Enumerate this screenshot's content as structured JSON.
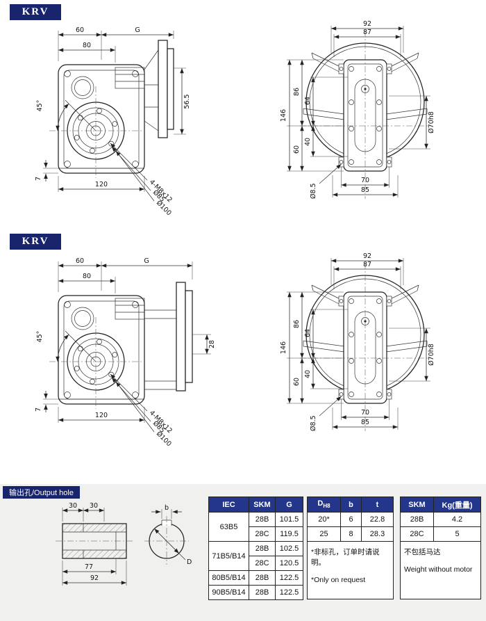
{
  "badges": {
    "krv1": "KRV",
    "krv2": "KRV",
    "output_hole": "输出孔/Output hole"
  },
  "colors": {
    "navy": "#18246b",
    "header_bg": "#24358c",
    "band_bg": "#f0f0ee"
  },
  "side1": {
    "d60": "60",
    "dG": "G",
    "d80": "80",
    "d45": "45°",
    "d565": "56.5",
    "d7": "7",
    "d120": "120",
    "l_m8": "4-M8x12",
    "l_85": "Ø85",
    "l_100": "Ø100"
  },
  "front1": {
    "d92": "92",
    "d87": "87",
    "d146": "146",
    "d86": "86",
    "d64": "64",
    "d60": "60",
    "d40": "40",
    "d70": "Ø70h8",
    "d85_hole": "Ø8.5",
    "d70b": "70",
    "d85b": "85"
  },
  "side2": {
    "d60": "60",
    "dG": "G",
    "d80": "80",
    "d45": "45°",
    "d28": "28",
    "d7": "7",
    "d120": "120",
    "l_m8": "4-M8x12",
    "l_85": "Ø85",
    "l_100": "Ø100"
  },
  "front2": {
    "d92": "92",
    "d87": "87",
    "d146": "146",
    "d86": "86",
    "d64": "64",
    "d60": "60",
    "d40": "40",
    "d70": "Ø70h8",
    "d85_hole": "Ø8.5",
    "d70b": "70",
    "d85b": "85"
  },
  "output": {
    "d30a": "30",
    "d30b": "30",
    "d77": "77",
    "d92": "92",
    "db": "b",
    "dD": "D"
  },
  "table_iec": {
    "headers": [
      "IEC",
      "SKM",
      "G"
    ],
    "rows": [
      {
        "iec": "63B5",
        "skm": "28B",
        "g": "101.5"
      },
      {
        "skm": "28C",
        "g": "119.5"
      },
      {
        "iec": "71B5/B14",
        "skm": "28B",
        "g": "102.5"
      },
      {
        "skm": "28C",
        "g": "120.5"
      },
      {
        "iec": "80B5/B14",
        "skm": "28B",
        "g": "122.5"
      },
      {
        "iec": "90B5/B14",
        "skm": "28B",
        "g": "122.5"
      }
    ]
  },
  "table_dbt": {
    "header_d": "D",
    "header_d_sub": "H8",
    "header_b": "b",
    "header_t": "t",
    "rows": [
      {
        "d": "20*",
        "b": "6",
        "t": "22.8"
      },
      {
        "d": "25",
        "b": "8",
        "t": "28.3"
      }
    ],
    "note_cn": "*非标孔，订单时请说明。",
    "note_en": "*Only on request"
  },
  "table_kg": {
    "header_skm": "SKM",
    "header_kg": "Kg(重量)",
    "rows": [
      {
        "skm": "28B",
        "kg": "4.2"
      },
      {
        "skm": "28C",
        "kg": "5"
      }
    ],
    "note_cn": "不包括马达",
    "note_en": "Weight without motor"
  }
}
